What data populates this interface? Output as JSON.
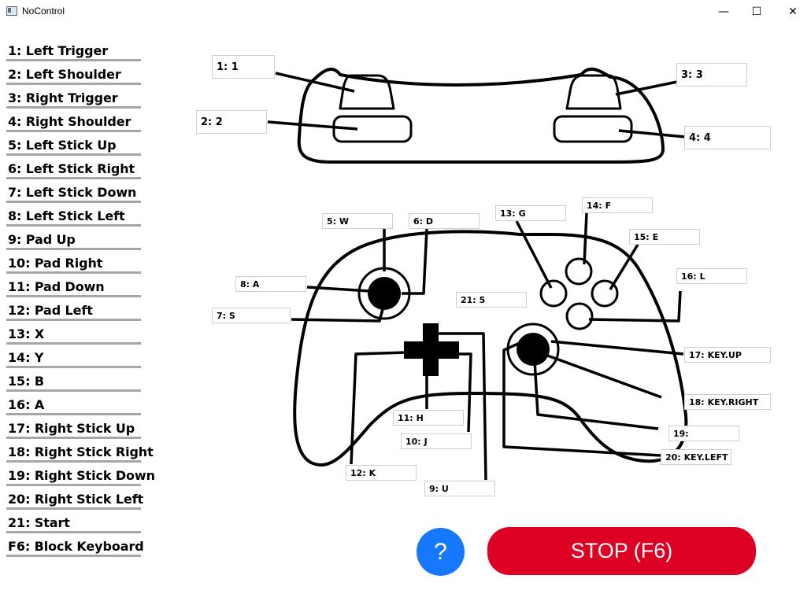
{
  "window": {
    "title": "NoControl",
    "minimize_glyph": "—",
    "maximize_glyph": "☐",
    "close_glyph": "✕"
  },
  "sidebar": {
    "items": [
      {
        "label": "1: Left Trigger"
      },
      {
        "label": "2: Left Shoulder"
      },
      {
        "label": "3: Right Trigger"
      },
      {
        "label": "4: Right Shoulder"
      },
      {
        "label": "5: Left Stick Up"
      },
      {
        "label": "6: Left Stick Right"
      },
      {
        "label": "7: Left Stick Down"
      },
      {
        "label": "8: Left Stick Left"
      },
      {
        "label": "9: Pad Up"
      },
      {
        "label": "10: Pad Right"
      },
      {
        "label": "11: Pad Down"
      },
      {
        "label": "12: Pad Left"
      },
      {
        "label": "13: X"
      },
      {
        "label": "14: Y"
      },
      {
        "label": "15: B"
      },
      {
        "label": "16: A"
      },
      {
        "label": "17: Right Stick Up"
      },
      {
        "label": "18: Right Stick Right"
      },
      {
        "label": "19: Right Stick Down"
      },
      {
        "label": "20: Right Stick Left"
      },
      {
        "label": "21: Start"
      },
      {
        "label": "F6: Block Keyboard"
      }
    ]
  },
  "bindings": {
    "b1": {
      "num": "1:",
      "value": "1"
    },
    "b2": {
      "num": "2:",
      "value": "2"
    },
    "b3": {
      "num": "3:",
      "value": "3"
    },
    "b4": {
      "num": "4:",
      "value": "4"
    },
    "b5": {
      "num": "5:",
      "value": "W"
    },
    "b6": {
      "num": "6:",
      "value": "D"
    },
    "b7": {
      "num": "7:",
      "value": "S"
    },
    "b8": {
      "num": "8:",
      "value": "A"
    },
    "b9": {
      "num": "9:",
      "value": "U"
    },
    "b10": {
      "num": "10:",
      "value": "J"
    },
    "b11": {
      "num": "11:",
      "value": "H"
    },
    "b12": {
      "num": "12:",
      "value": "K"
    },
    "b13": {
      "num": "13:",
      "value": "G"
    },
    "b14": {
      "num": "14:",
      "value": "F"
    },
    "b15": {
      "num": "15:",
      "value": "E"
    },
    "b16": {
      "num": "16:",
      "value": "L"
    },
    "b17": {
      "num": "17:",
      "value": "KEY.UP"
    },
    "b18": {
      "num": "18:",
      "value": "KEY.RIGHT"
    },
    "b19": {
      "num": "19:",
      "value": ""
    },
    "b20": {
      "num": "20:",
      "value": "KEY.LEFT"
    },
    "b21": {
      "num": "21:",
      "value": "5"
    }
  },
  "buttons": {
    "help_label": "?",
    "stop_label": "STOP (F6)"
  },
  "colors": {
    "help_button": "#1677ff",
    "stop_button": "#dd0022",
    "divider": "#a6a6a6"
  }
}
